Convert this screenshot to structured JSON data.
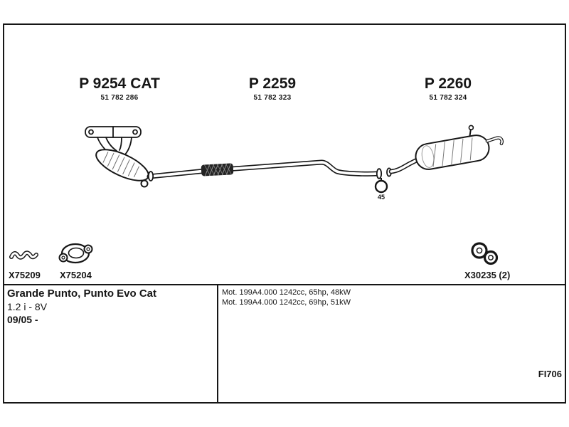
{
  "colors": {
    "ink": "#161616"
  },
  "parts": [
    {
      "code": "P 9254 CAT",
      "number": "51 782 286"
    },
    {
      "code": "P 2259",
      "number": "51 782 323"
    },
    {
      "code": "P 2260",
      "number": "51 782 324"
    }
  ],
  "diagram": {
    "hanger_callout": "45"
  },
  "hardware": [
    {
      "label": "X75209",
      "icon": "corrugated-gasket-icon"
    },
    {
      "label": "X75204",
      "icon": "flange-gasket-icon"
    },
    {
      "label": "X30235 (2)",
      "icon": "rubber-hanger-icon"
    }
  ],
  "info_table": {
    "vehicle": {
      "model": "Grande Punto, Punto Evo Cat",
      "engine": "1.2 i - 8V",
      "from_date": "09/05 -"
    },
    "engines": [
      "Mot. 199A4.000 1242cc, 65hp, 48kW",
      "Mot. 199A4.000 1242cc, 69hp, 51kW"
    ]
  },
  "doc_code": "FI706"
}
